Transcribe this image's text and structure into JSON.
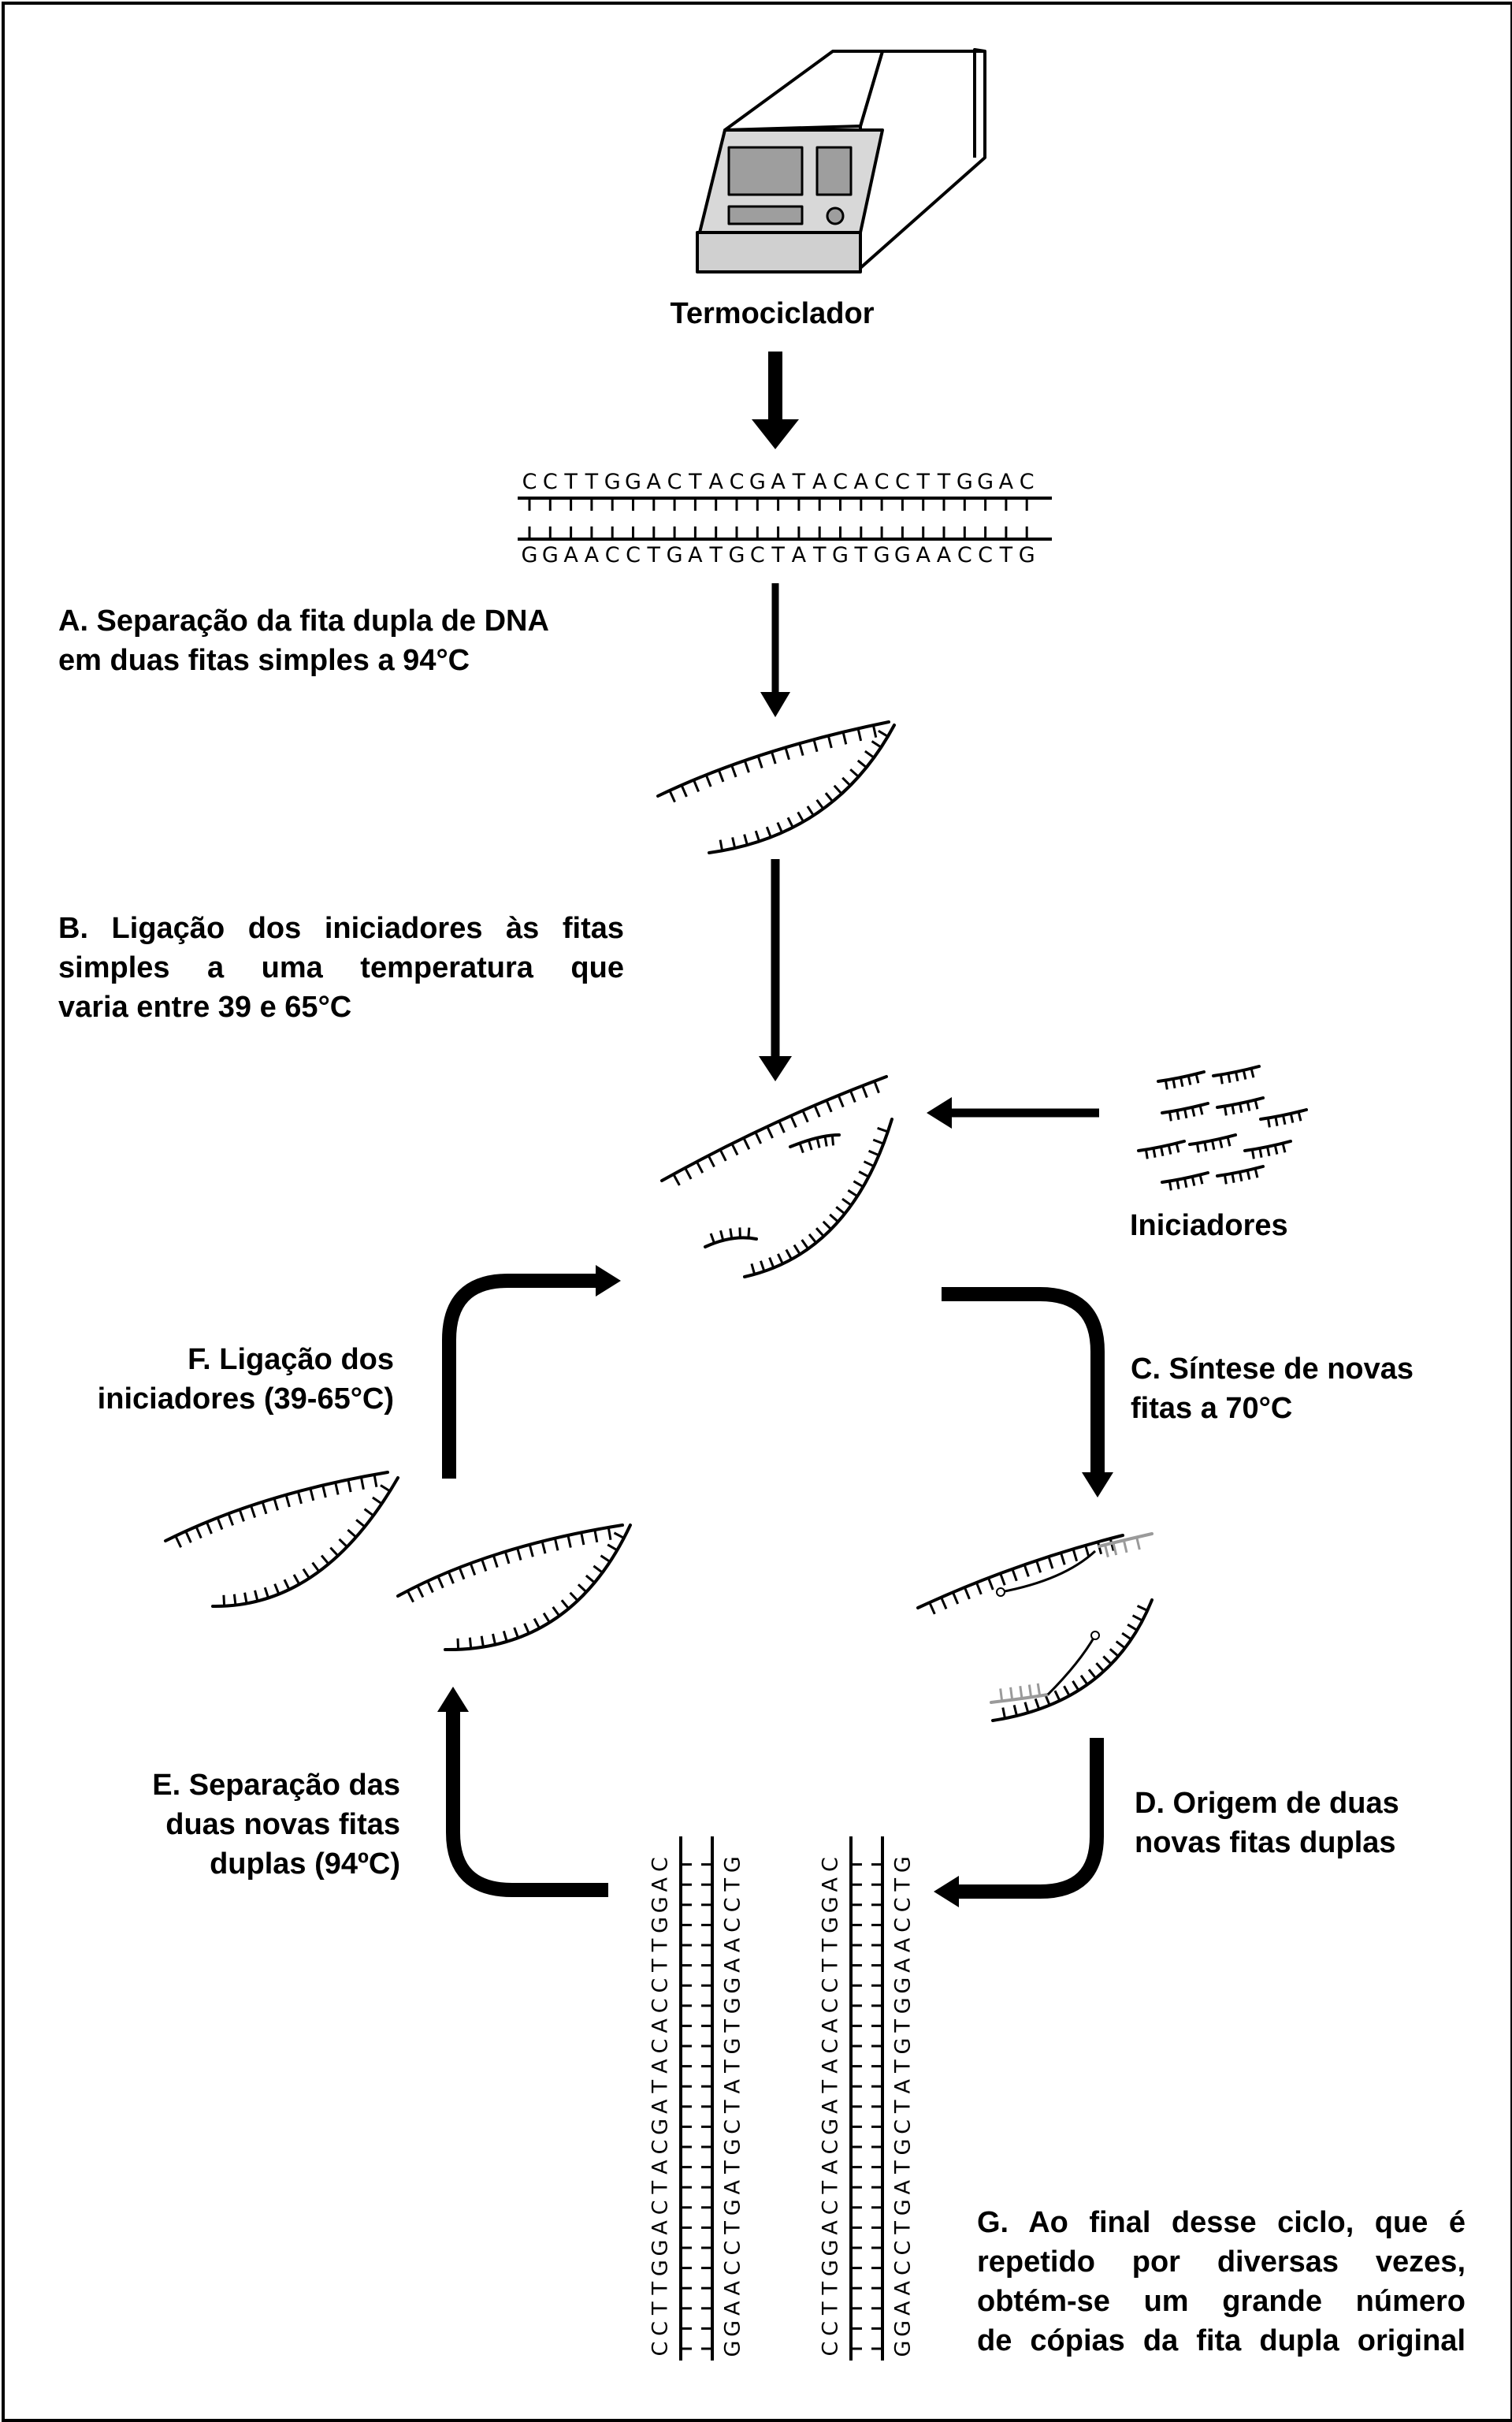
{
  "device": {
    "label": "Termociclador"
  },
  "dna": {
    "top_strand": "CCTTGGACTACGATACACCTTGGAC",
    "bottom_strand": "GGAACCTGATGCTATGTGGAACCTG"
  },
  "steps": {
    "A": {
      "lines": [
        "A. Separação da fita dupla de DNA",
        "em duas fitas simples a 94°C"
      ]
    },
    "B": {
      "lines": [
        "B. Ligação dos iniciadores às fitas",
        "simples a uma temperatura que",
        "varia entre 39 e 65°C"
      ]
    },
    "C": {
      "lines": [
        "C. Síntese de novas",
        "fitas a 70°C"
      ]
    },
    "D": {
      "lines": [
        "D. Origem de duas",
        "novas fitas duplas"
      ]
    },
    "E": {
      "lines": [
        "E. Separação das",
        "duas novas fitas",
        "duplas (94ºC)"
      ]
    },
    "F": {
      "lines": [
        "F. Ligação dos",
        "iniciadores (39-65°C)"
      ]
    },
    "G": {
      "lines": [
        "G. Ao final desse ciclo, que é",
        "repetido por diversas vezes,",
        "obtém-se um grande número",
        "de cópias da fita dupla original"
      ]
    }
  },
  "primers": {
    "label": "Iniciadores"
  },
  "colors": {
    "ink": "#000000",
    "new_strand": "#9a9a9a",
    "machine_front": "#d0d0d0",
    "machine_screen": "#9e9e9e"
  }
}
